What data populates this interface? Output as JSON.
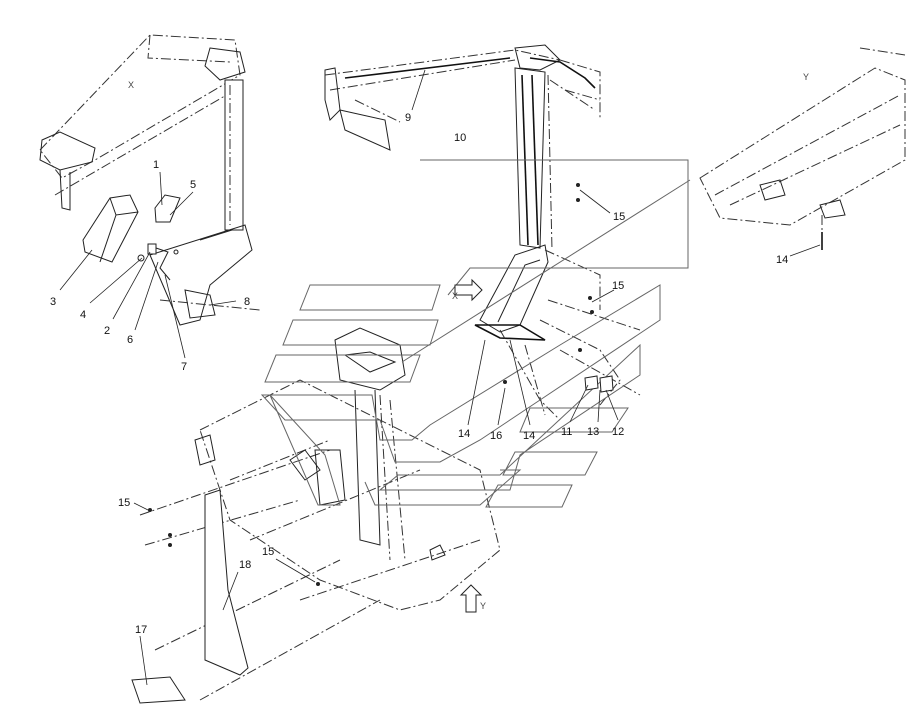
{
  "view_marks": {
    "x_top": "X",
    "y_top": "Y",
    "x_arrow": "X",
    "y_arrow": "Y"
  },
  "callouts": {
    "c1": "1",
    "c2": "2",
    "c3": "3",
    "c4": "4",
    "c5": "5",
    "c6": "6",
    "c7": "7",
    "c8": "8",
    "c9": "9",
    "c10": "10",
    "c11": "11",
    "c12": "12",
    "c13": "13",
    "c14a": "14",
    "c14b": "14",
    "c14c": "14",
    "c15a": "15",
    "c15b": "15",
    "c15c": "15",
    "c15d": "15",
    "c16": "16",
    "c17": "17",
    "c18": "18"
  }
}
